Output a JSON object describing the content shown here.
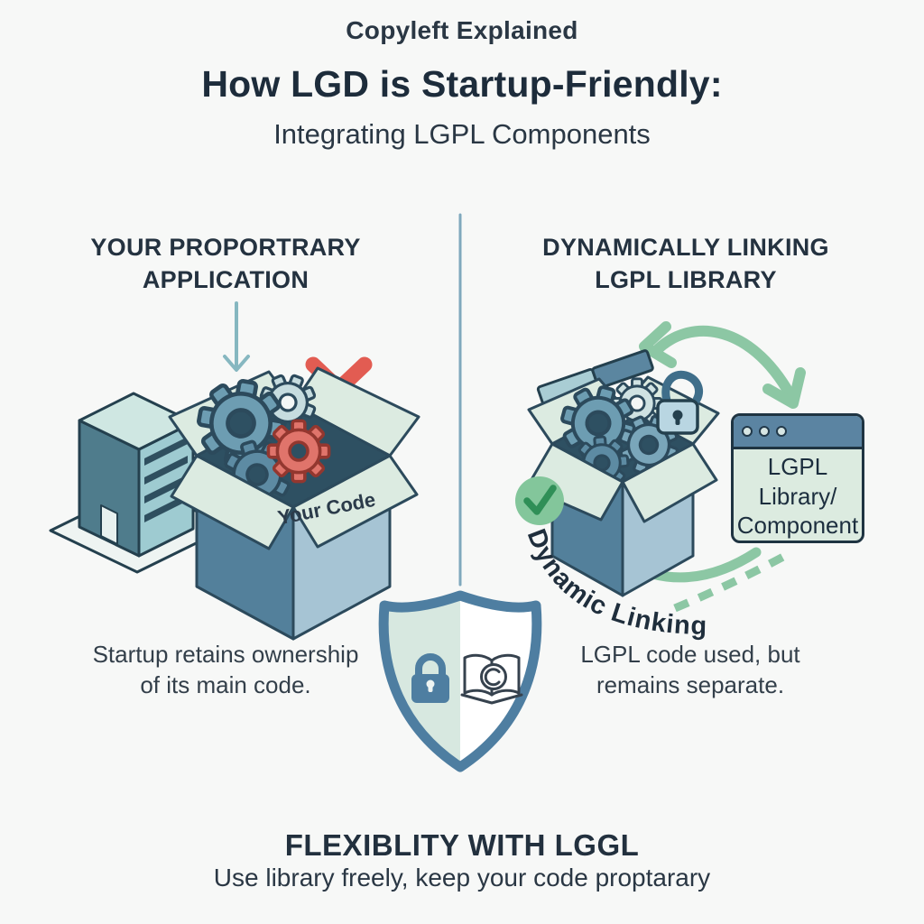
{
  "header": {
    "eyebrow": "Copyleft Explained",
    "title": "How LGD is Startup-Friendly:",
    "subtitle": "Integrating LGPL Components"
  },
  "left_panel": {
    "heading": "YOUR PROPORTRARY\nAPPLICATION",
    "box_label": "Your Code",
    "caption": "Startup retains ownership\nof its main code."
  },
  "right_panel": {
    "heading": "DYNAMICALLY LINKING\nLGPL LIBRARY",
    "arc_label": "Dynamic Linking",
    "window_label": "LGPL\nLibrary/\nComponent",
    "caption": "LGPL code used, but\nremains separate."
  },
  "footer": {
    "title": "FLEXIBLITY WITH LGGL",
    "subtitle": "Use library freely, keep your code proptarary"
  },
  "colors": {
    "background": "#f7f8f7",
    "ink": "#22313f",
    "teal_arrow": "#86b7c0",
    "green": "#8cc7a4",
    "green_dark": "#2f8f57",
    "red": "#e25c52",
    "shield_blue": "#4e7ea1",
    "mint_flap": "#dcebe1",
    "box_slate": "#53809b",
    "box_light": "#a6c4d4",
    "box_interior": "#2e5062",
    "window_header": "#5b84a2",
    "window_body": "#dcebe0"
  },
  "icons": {
    "building": "building-icon",
    "open_box": "open-box-icon",
    "gear": "gear-icon",
    "cross": "cross-icon",
    "check": "check-icon",
    "shield": "shield-icon",
    "padlock": "padlock-icon",
    "open_padlock": "open-padlock-icon",
    "book_copyright": "book-copyright-icon",
    "browser_window": "browser-window-icon",
    "arrow_down": "arrow-down-icon",
    "arrow_left": "arrow-left-icon",
    "curved_arrow": "curved-arrow-icon",
    "dashed_arc": "dashed-arc-icon"
  }
}
